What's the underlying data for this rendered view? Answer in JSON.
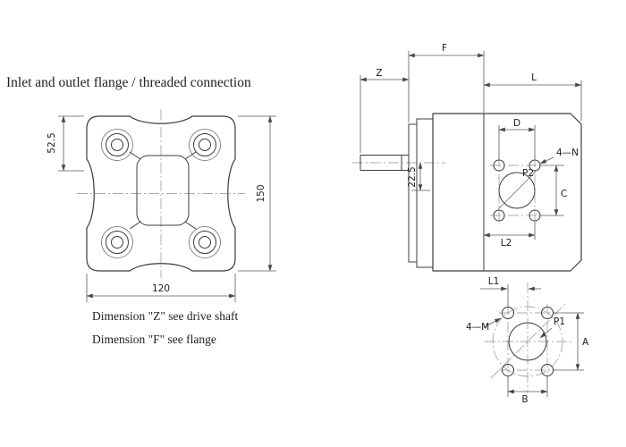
{
  "title": "Inlet and outlet flange / threaded connection",
  "notes": {
    "z_note": "Dimension \"Z\" see drive shaft",
    "f_note": "Dimension \"F\" see flange"
  },
  "front_view": {
    "dim_top_half": "52.5",
    "dim_height": "150",
    "dim_width": "120"
  },
  "side_view": {
    "dim_flange": "F",
    "dim_shaft": "Z",
    "dim_length": "L",
    "dim_hole_spacing": "D",
    "bolt_note": "4—N",
    "port_label": "P2",
    "dim_vertical_spacing": "C",
    "dim_l2": "L2",
    "dim_offset": "22.5"
  },
  "rear_flange_view": {
    "dim_l1": "L1",
    "bolt_note": "4—M",
    "port_label": "P1",
    "dim_a": "A",
    "dim_b": "B"
  }
}
